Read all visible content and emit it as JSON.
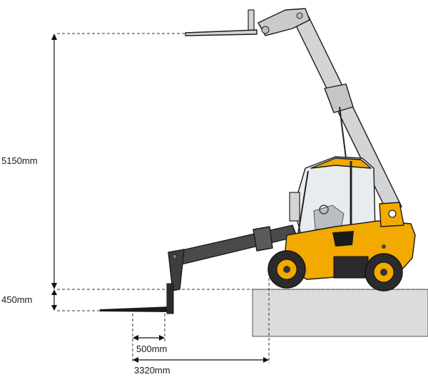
{
  "dimensions": {
    "max_lift_height": "5150mm",
    "below_ground_depth": "450mm",
    "fork_tip_offset": "500mm",
    "max_reach": "3320mm"
  },
  "colors": {
    "body": "#f2a900",
    "boom": "#d3d4d6",
    "boom_lowered": "#4a4a4a",
    "ground_block": "#dcdcdc",
    "outline": "#1a1a1a"
  }
}
